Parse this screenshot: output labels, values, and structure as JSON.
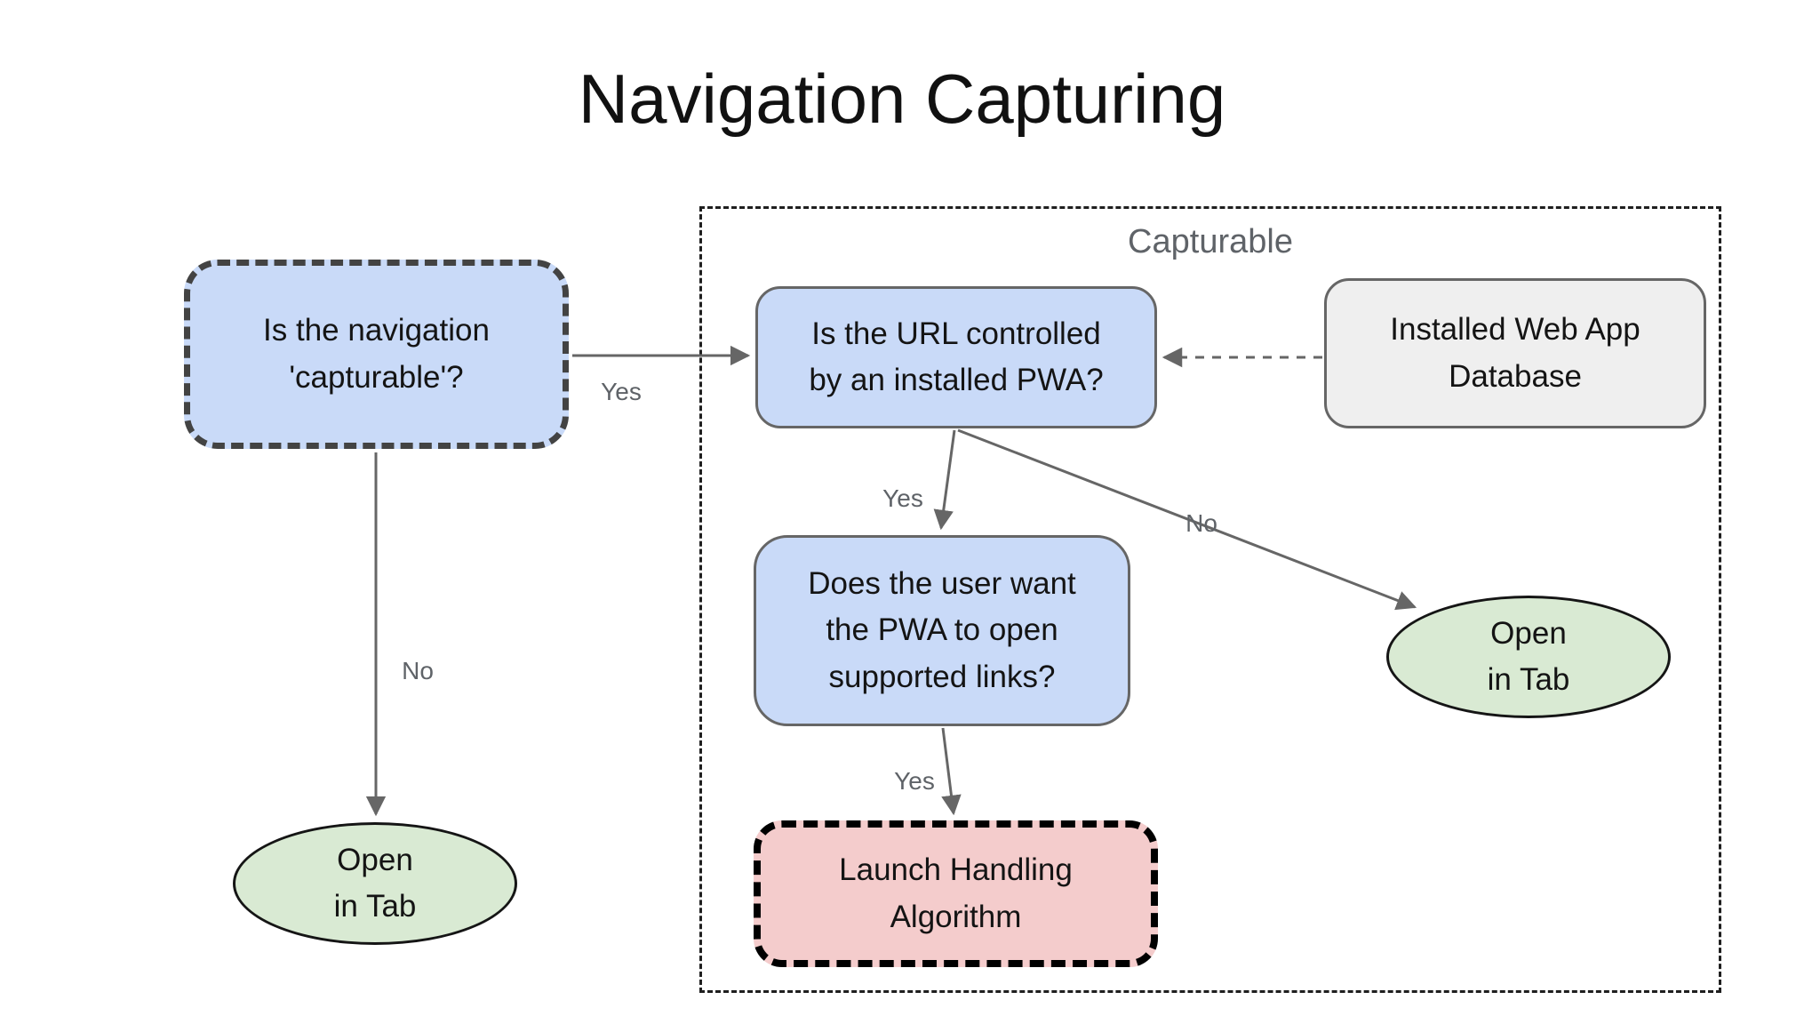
{
  "title": "Navigation Capturing",
  "group": {
    "label": "Capturable"
  },
  "nodes": {
    "nav_capturable": {
      "text": "Is the navigation\n'capturable'?"
    },
    "url_controlled": {
      "text": "Is the URL controlled\nby an installed PWA?"
    },
    "installed_db": {
      "text": "Installed Web App\nDatabase"
    },
    "user_wants": {
      "text": "Does the user want\nthe PWA to open\nsupported links?"
    },
    "launch_handling": {
      "text": "Launch Handling\nAlgorithm"
    },
    "open_in_tab_left": {
      "text": "Open\nin Tab"
    },
    "open_in_tab_right": {
      "text": "Open\nin Tab"
    }
  },
  "edge_labels": {
    "capturable_yes": "Yes",
    "capturable_no": "No",
    "pwa_yes": "Yes",
    "pwa_no": "No",
    "supported_links_yes": "Yes"
  },
  "colors": {
    "decision_fill": "#c9daf8",
    "terminal_fill": "#d9ead3",
    "process_fill": "#f4cccc",
    "database_fill": "#efefef",
    "node_border": "#666666",
    "dashed_border_dark": "#434343",
    "dashed_border_black": "#000000",
    "arrow": "#666666",
    "edge_label_text": "#5f6368",
    "title_text": "#111111"
  }
}
